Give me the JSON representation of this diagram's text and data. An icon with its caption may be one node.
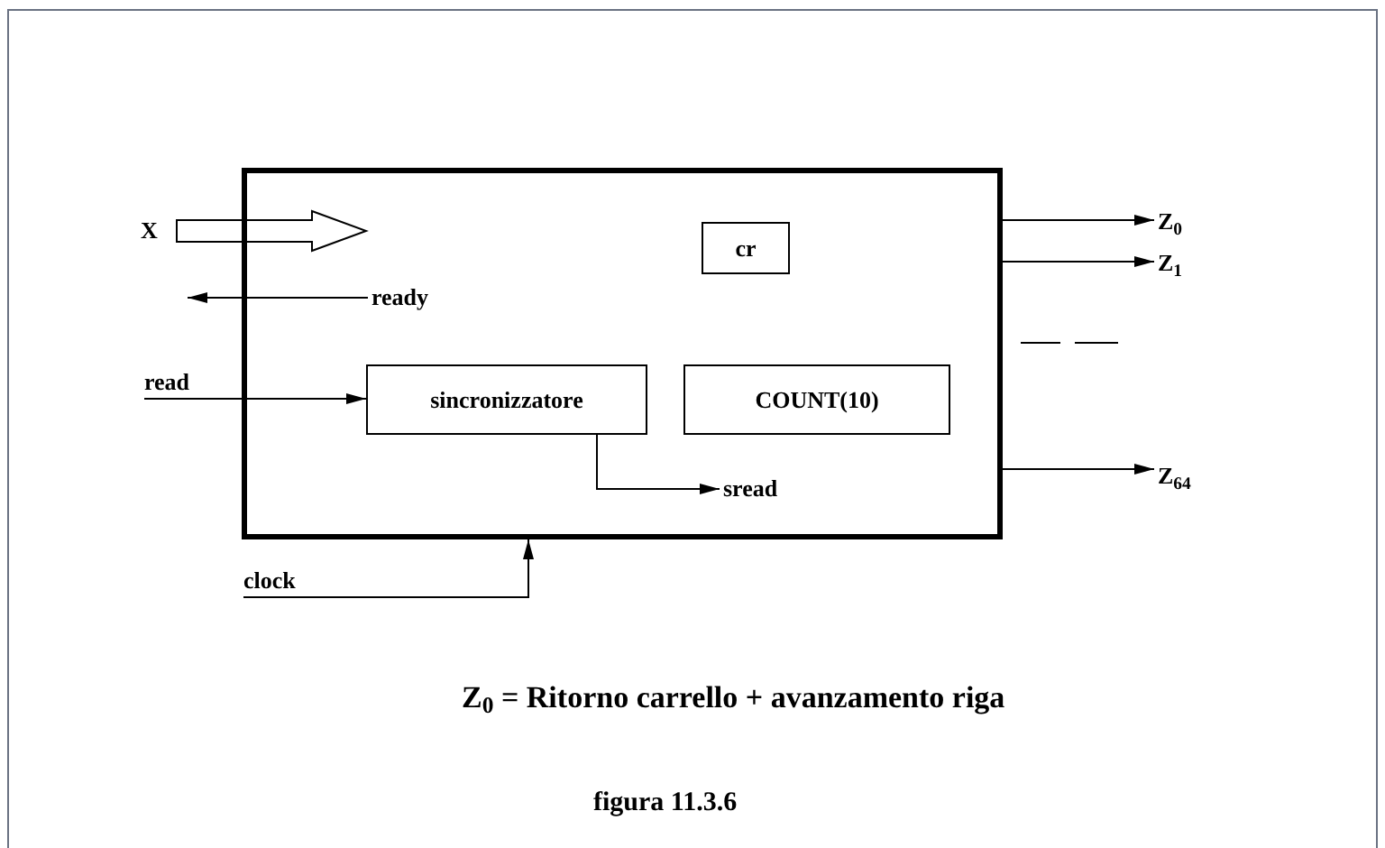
{
  "diagram": {
    "nodes": [
      {
        "text": [],
        "shape": "box"
      },
      {
        "text": [
          "cr"
        ],
        "in": 0
      },
      {
        "text": [
          "sincronizzatore"
        ],
        "in": 0
      },
      {
        "text": [
          "COUNT(10)"
        ],
        "in": 0
      },
      {
        "text": [
          "X"
        ]
      },
      {
        "text": [
          "ready"
        ],
        "in": 0
      },
      {
        "text": [
          "read"
        ]
      },
      {
        "text": [
          "sread"
        ],
        "in": 0
      },
      {
        "text": [
          "clock"
        ]
      },
      {
        "text": [
          "Z$_{0}$"
        ]
      },
      {
        "text": [
          "Z$_{1}$"
        ]
      },
      {
        "text": [
          "Z$_{64}$"
        ]
      }
    ],
    "edges": [
      {
        "from": 4,
        "to": 0,
        "arrow": "to",
        "style": "thick"
      },
      {
        "from": 5,
        "to": null,
        "arrow": "to"
      },
      {
        "from": 6,
        "to": 2,
        "arrow": "to"
      },
      {
        "from": 2,
        "to": 7,
        "arrow": "to"
      },
      {
        "from": 8,
        "to": 0,
        "arrow": "to"
      },
      {
        "from": 0,
        "to": 9,
        "arrow": "to"
      },
      {
        "from": 0,
        "to": 10,
        "arrow": "to"
      },
      {
        "from": 0,
        "to": 11,
        "arrow": "to"
      }
    ],
    "labels": [
      "Z$_{0}$ = Ritorno carrello + avanzamento riga",
      "figura 11.3.6"
    ]
  }
}
